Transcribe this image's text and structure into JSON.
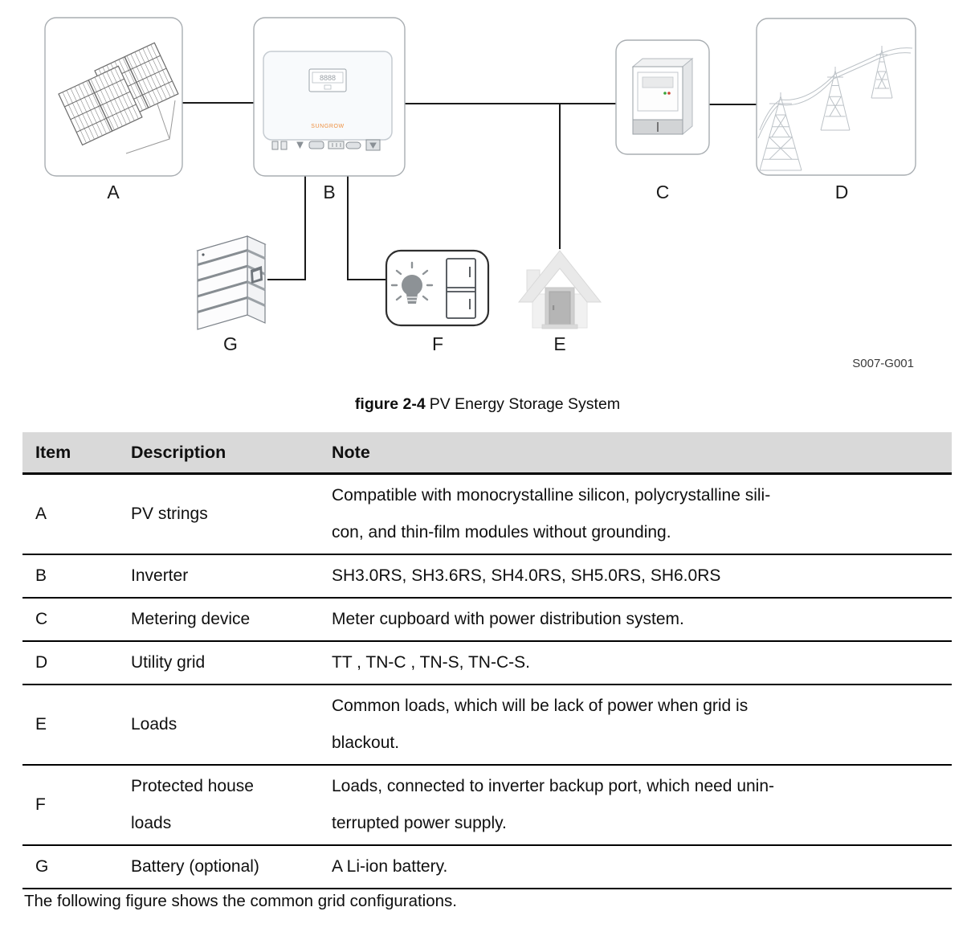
{
  "diagram": {
    "labels": {
      "a": "A",
      "b": "B",
      "c": "C",
      "d": "D",
      "e": "E",
      "f": "F",
      "g": "G"
    },
    "code": "S007-G001",
    "inverter": {
      "brand": "SUNGROW",
      "display": "8888"
    }
  },
  "caption": {
    "figure_label": "figure 2-4",
    "title": "PV Energy Storage System"
  },
  "table": {
    "headers": {
      "item": "Item",
      "description": "Description",
      "note": "Note"
    },
    "rows": [
      {
        "item": "A",
        "description": "PV strings",
        "note": "Compatible with monocrystalline silicon, polycrystalline sili-\ncon, and thin-film modules without grounding."
      },
      {
        "item": "B",
        "description": "Inverter",
        "note": "SH3.0RS, SH3.6RS, SH4.0RS, SH5.0RS, SH6.0RS"
      },
      {
        "item": "C",
        "description": "Metering device",
        "note": "Meter cupboard with power distribution system."
      },
      {
        "item": "D",
        "description": "Utility grid",
        "note": "TT , TN-C , TN-S, TN-C-S."
      },
      {
        "item": "E",
        "description": "Loads",
        "note": "Common loads, which will be lack of power when grid is\nblackout."
      },
      {
        "item": "F",
        "description": "Protected house\nloads",
        "note": "Loads, connected to inverter backup port, which need unin-\nterrupted power supply."
      },
      {
        "item": "G",
        "description": "Battery (optional)",
        "note": "A Li-ion battery."
      }
    ]
  },
  "footer": {
    "text": "The following figure shows the common grid configurations."
  },
  "colors": {
    "brand_orange": "#ee8f3f",
    "table_header_bg": "#d9d9d9"
  }
}
